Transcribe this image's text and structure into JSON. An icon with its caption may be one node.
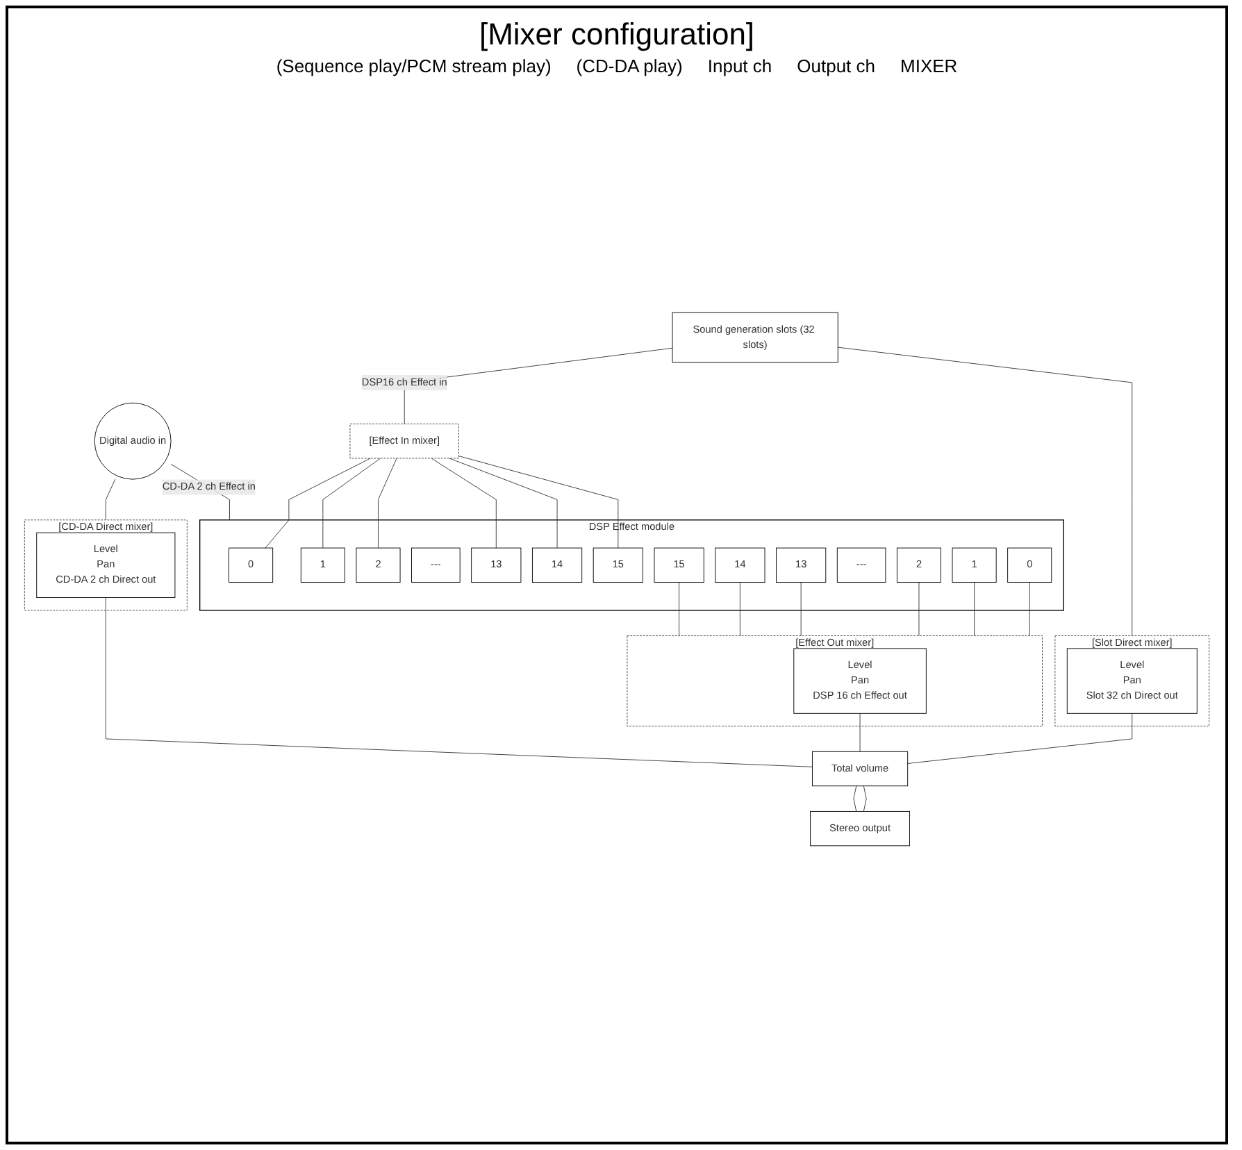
{
  "diagram": {
    "title": "[Mixer configuration]",
    "nodes": [
      {
        "text": [
          "Sound generation slots (32 slots)"
        ]
      },
      {
        "text": [
          "Digital audio in"
        ]
      },
      {
        "text": [
          "[Effect In mixer]"
        ]
      },
      {
        "text": [
          "DSP Effect module"
        ]
      },
      {
        "text": [
          "0"
        ],
        "in": 3
      },
      {
        "text": [
          "1"
        ],
        "in": 3
      },
      {
        "text": [
          "2"
        ],
        "in": 3
      },
      {
        "text": [
          "---"
        ],
        "in": 3
      },
      {
        "text": [
          "13"
        ],
        "in": 3
      },
      {
        "text": [
          "14"
        ],
        "in": 3
      },
      {
        "text": [
          "15"
        ],
        "in": 3
      },
      {
        "text": [
          "0"
        ],
        "in": 3
      },
      {
        "text": [
          "1"
        ],
        "in": 3
      },
      {
        "text": [
          "2"
        ],
        "in": 3
      },
      {
        "text": [
          "---"
        ],
        "in": 3
      },
      {
        "text": [
          "13"
        ],
        "in": 3
      },
      {
        "text": [
          "14"
        ],
        "in": 3
      },
      {
        "text": [
          "15"
        ],
        "in": 3
      },
      {
        "text": [
          "[Slot Direct mixer]"
        ]
      },
      {
        "text": [
          "Level",
          "Pan",
          "Slot 32 ch Direct out"
        ],
        "in": 18
      },
      {
        "text": [
          "[Effect Out mixer]"
        ]
      },
      {
        "text": [
          "Level",
          "Pan",
          "DSP 16 ch Effect out"
        ],
        "in": 20
      },
      {
        "text": [
          "[CD-DA Direct mixer]"
        ]
      },
      {
        "text": [
          "Level",
          "Pan",
          "CD-DA 2 ch Direct out"
        ],
        "in": 22
      },
      {
        "text": [
          "Total volume"
        ]
      },
      {
        "text": [
          "Stereo output"
        ]
      }
    ],
    "edges": [
      {
        "from": 0,
        "to": 2,
        "arrow": "none",
        "label": "DSP16 ch Effect in"
      },
      {
        "from": 0,
        "to": 18,
        "arrow": "none"
      },
      {
        "from": 1,
        "to": 3,
        "arrow": "none",
        "label": "CD-DA 2 ch Effect in"
      },
      {
        "from": 1,
        "to": 22,
        "arrow": "none"
      },
      {
        "from": 2,
        "to": 4,
        "arrow": "none"
      },
      {
        "from": 2,
        "to": 5,
        "arrow": "none"
      },
      {
        "from": 2,
        "to": 6,
        "arrow": "none"
      },
      {
        "from": 2,
        "to": 8,
        "arrow": "none"
      },
      {
        "from": 2,
        "to": 9,
        "arrow": "none"
      },
      {
        "from": 2,
        "to": 10,
        "arrow": "none"
      },
      {
        "from": 11,
        "to": 20,
        "arrow": "none"
      },
      {
        "from": 12,
        "to": 20,
        "arrow": "none"
      },
      {
        "from": 13,
        "to": 20,
        "arrow": "none"
      },
      {
        "from": 15,
        "to": 20,
        "arrow": "none"
      },
      {
        "from": 16,
        "to": 20,
        "arrow": "none"
      },
      {
        "from": 17,
        "to": 20,
        "arrow": "none"
      },
      {
        "from": 19,
        "to": 24,
        "arrow": "none"
      },
      {
        "from": 21,
        "to": 24,
        "arrow": "none"
      },
      {
        "from": 23,
        "to": 24,
        "arrow": "none"
      },
      {
        "from": 24,
        "to": 25,
        "arrow": "none"
      },
      {
        "from": 24,
        "to": 25,
        "arrow": "none"
      }
    ],
    "labels": [
      "(Sequence play/PCM stream play)",
      "(CD-DA play)",
      "Input ch",
      "Output ch",
      "MIXER"
    ]
  }
}
